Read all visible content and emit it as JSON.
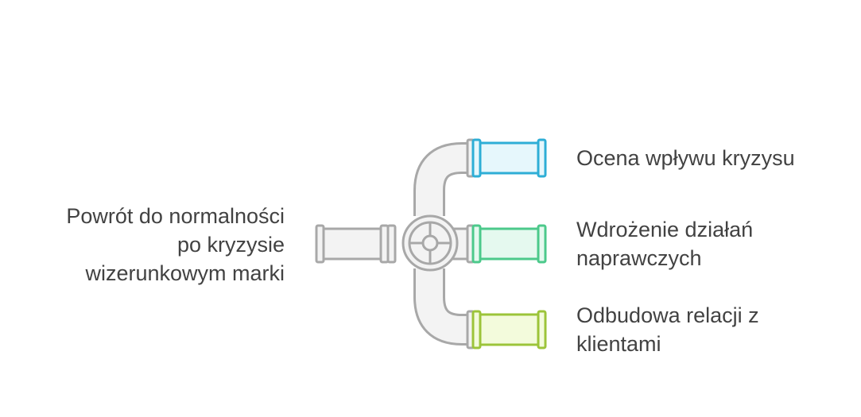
{
  "main": {
    "lines": [
      "Powrót do normalności",
      "po kryzysie",
      "wizerunkowym marki"
    ]
  },
  "branches": [
    {
      "lines": [
        "Ocena wpływu kryzysu"
      ],
      "color": "#2eaed6",
      "fill": "#e6f7fc"
    },
    {
      "lines": [
        "Wdrożenie działań",
        "naprawczych"
      ],
      "color": "#4cc98b",
      "fill": "#e5f9ef"
    },
    {
      "lines": [
        "Odbudowa relacji z",
        "klientami"
      ],
      "color": "#9cc43a",
      "fill": "#f3fbdc"
    }
  ],
  "colors": {
    "pipe_stroke": "#a8a8a8",
    "pipe_fill": "#f3f3f3",
    "text": "#424242"
  }
}
